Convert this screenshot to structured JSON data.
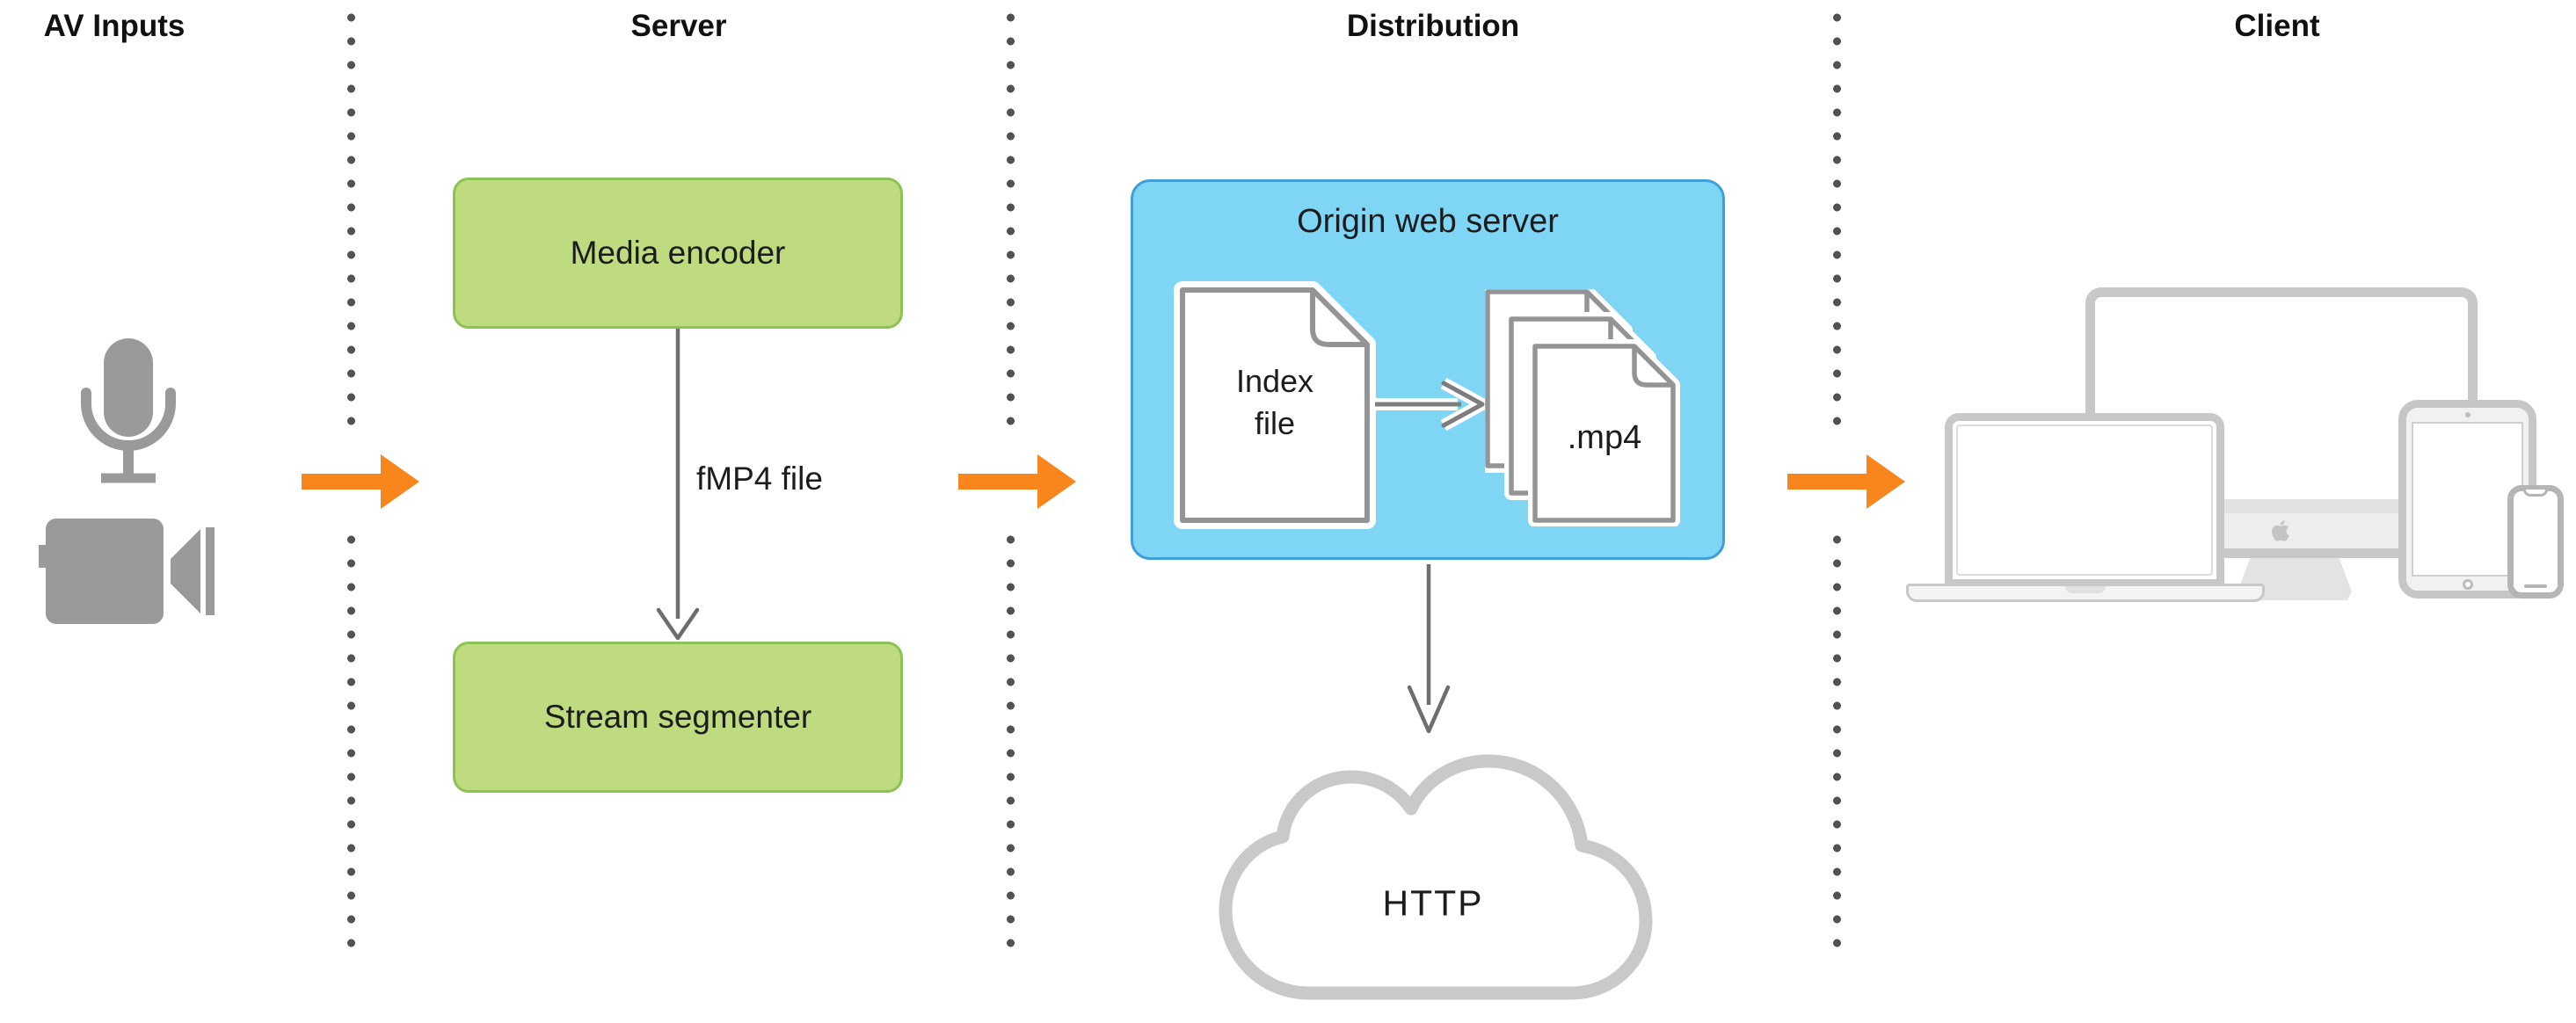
{
  "diagram": {
    "columns": [
      {
        "id": "av-inputs",
        "label": "AV Inputs"
      },
      {
        "id": "server",
        "label": "Server"
      },
      {
        "id": "distribution",
        "label": "Distribution"
      },
      {
        "id": "client",
        "label": "Client"
      }
    ],
    "av_inputs": {
      "icons": [
        "microphone-icon",
        "video-camera-icon"
      ]
    },
    "server": {
      "encoder_label": "Media encoder",
      "segmenter_label": "Stream segmenter",
      "flow_label": "fMP4 file"
    },
    "distribution": {
      "box_title": "Origin web server",
      "index_doc_line1": "Index",
      "index_doc_line2": "file",
      "segments_label": ".mp4",
      "cloud_label": "HTTP"
    },
    "client": {
      "icons": [
        "laptop-icon",
        "imac-icon",
        "tablet-icon",
        "phone-icon"
      ]
    },
    "colors": {
      "accent_orange": "#f9861d",
      "green_fill": "#bedc7f",
      "green_border": "#8cc153",
      "blue_fill": "#7ed5f4",
      "blue_border": "#3f9fd6",
      "av_icon_gray": "#9a9a9a",
      "device_gray": "#c8c8c8",
      "connector_gray": "#6e6e6e",
      "separator_dot_gray": "#525252",
      "text_dark": "#1d1d1f"
    }
  }
}
